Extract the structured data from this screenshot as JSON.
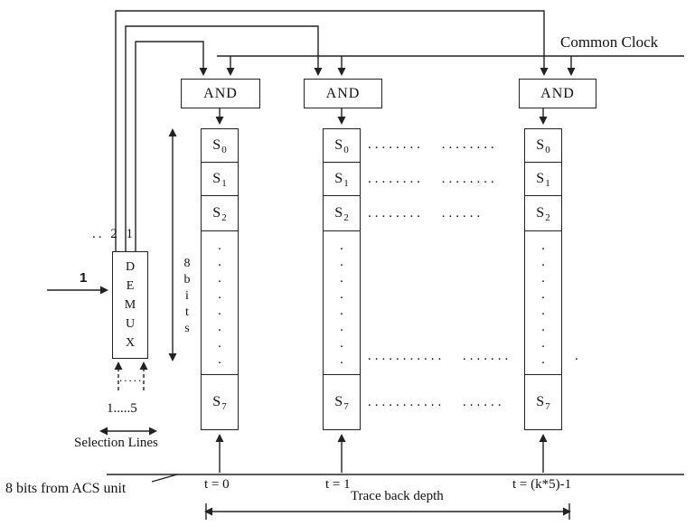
{
  "clock": {
    "label": "Common Clock"
  },
  "gates": {
    "label": "AND"
  },
  "demux": {
    "box_letters": [
      "D",
      "E",
      "M",
      "U",
      "X"
    ],
    "input_label": "1",
    "outputs_label": ".. 2 1",
    "selection_dots": ".....",
    "selection_range": "1.....5",
    "selection_caption": "Selection Lines"
  },
  "bits": {
    "chars": [
      "8",
      "b",
      "i",
      "t",
      "s"
    ]
  },
  "register": {
    "cells": [
      {
        "base": "S",
        "sub": "0"
      },
      {
        "base": "S",
        "sub": "1"
      },
      {
        "base": "S",
        "sub": "2"
      },
      {
        "base": "S",
        "sub": "7"
      }
    ],
    "vdots": ".\n.\n.\n.\n.\n.\n.\n."
  },
  "timeline": {
    "t0": "t = 0",
    "t1": "t = 1",
    "tk": "t = (k*5)-1",
    "acs": "8 bits from ACS unit",
    "trace": "Trace back depth"
  },
  "dots": {
    "rows": [
      "........ ........",
      "........ ........",
      "........ ......",
      "........... .......",
      "........... ......"
    ],
    "stray": "."
  }
}
